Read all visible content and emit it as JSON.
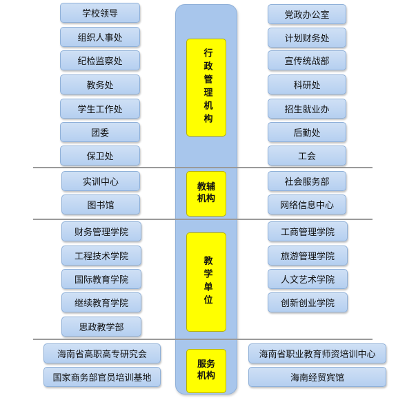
{
  "categories": {
    "admin": "行政管理机构",
    "aux": [
      "教辅",
      "机构"
    ],
    "teaching": "教学单位",
    "service": [
      "服务",
      "机构"
    ]
  },
  "admin_left": [
    "学校领导",
    "组织人事处",
    "纪检监察处",
    "教务处",
    "学生工作处",
    "团委",
    "保卫处"
  ],
  "admin_right": [
    "党政办公室",
    "计划财务处",
    "宣传统战部",
    "科研处",
    "招生就业办",
    "后勤处",
    "工会"
  ],
  "aux_left": [
    "实训中心",
    "图书馆"
  ],
  "aux_right": [
    "社会服务部",
    "网络信息中心"
  ],
  "teaching_left": [
    "财务管理学院",
    "工程技术学院",
    "国际教育学院",
    "继续教育学院",
    "思政教学部"
  ],
  "teaching_right": [
    "工商管理学院",
    "旅游管理学院",
    "人文艺术学院",
    "创新创业学院"
  ],
  "service_left": [
    "海南省高职高专研究会",
    "国家商务部官员培训基地"
  ],
  "service_right": [
    "海南省职业教育师资培训中心",
    "海南经贸宾馆"
  ]
}
